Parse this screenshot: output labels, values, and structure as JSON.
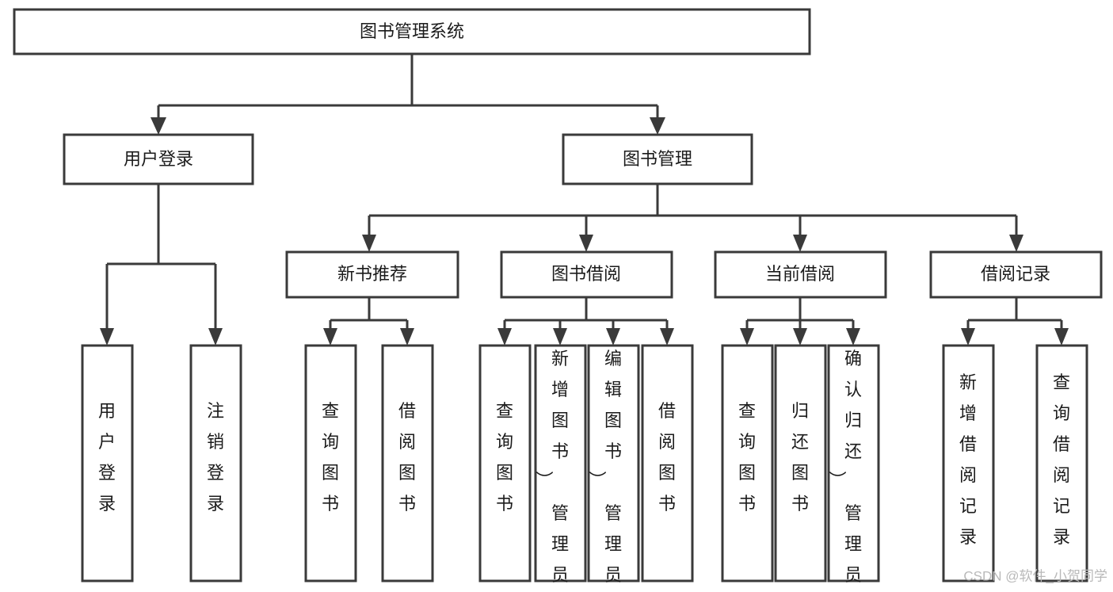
{
  "diagram": {
    "title": "图书管理系统",
    "type": "tree-hierarchy",
    "root": {
      "id": "root",
      "label": "图书管理系统"
    },
    "level1": [
      {
        "id": "user-login",
        "label": "用户登录"
      },
      {
        "id": "book-manage",
        "label": "图书管理"
      }
    ],
    "level2": [
      {
        "id": "new-book-recommend",
        "label": "新书推荐",
        "parent": "book-manage"
      },
      {
        "id": "book-borrow",
        "label": "图书借阅",
        "parent": "book-manage"
      },
      {
        "id": "current-borrow",
        "label": "当前借阅",
        "parent": "book-manage"
      },
      {
        "id": "borrow-record",
        "label": "借阅记录",
        "parent": "book-manage"
      }
    ],
    "leaves": [
      {
        "id": "leaf-user-login",
        "label": "用户登录",
        "parent": "user-login"
      },
      {
        "id": "leaf-logout-login",
        "label": "注销登录",
        "parent": "user-login"
      },
      {
        "id": "leaf-query-book-1",
        "label": "查询图书",
        "parent": "new-book-recommend"
      },
      {
        "id": "leaf-borrow-book-1",
        "label": "借阅图书",
        "parent": "new-book-recommend"
      },
      {
        "id": "leaf-query-book-2",
        "label": "查询图书",
        "parent": "book-borrow"
      },
      {
        "id": "leaf-add-book-admin",
        "label": "新增图书（管理员）",
        "parent": "book-borrow"
      },
      {
        "id": "leaf-edit-book-admin",
        "label": "编辑图书（管理员）",
        "parent": "book-borrow"
      },
      {
        "id": "leaf-borrow-book-2",
        "label": "借阅图书",
        "parent": "book-borrow"
      },
      {
        "id": "leaf-query-book-3",
        "label": "查询图书",
        "parent": "current-borrow"
      },
      {
        "id": "leaf-return-book",
        "label": "归还图书",
        "parent": "current-borrow"
      },
      {
        "id": "leaf-confirm-return-admin",
        "label": "确认归还（管理员）",
        "parent": "current-borrow"
      },
      {
        "id": "leaf-add-borrow-record",
        "label": "新增借阅记录",
        "parent": "borrow-record"
      },
      {
        "id": "leaf-query-borrow-record",
        "label": "查询借阅记录",
        "parent": "borrow-record"
      }
    ]
  },
  "watermark": {
    "text": "CSDN @软件_小贺同学"
  },
  "colors": {
    "box_stroke": "#3a3a3a",
    "box_fill": "#ffffff",
    "text": "#1b1b1b",
    "background": "#ffffff",
    "watermark": "#b9b9b9"
  }
}
